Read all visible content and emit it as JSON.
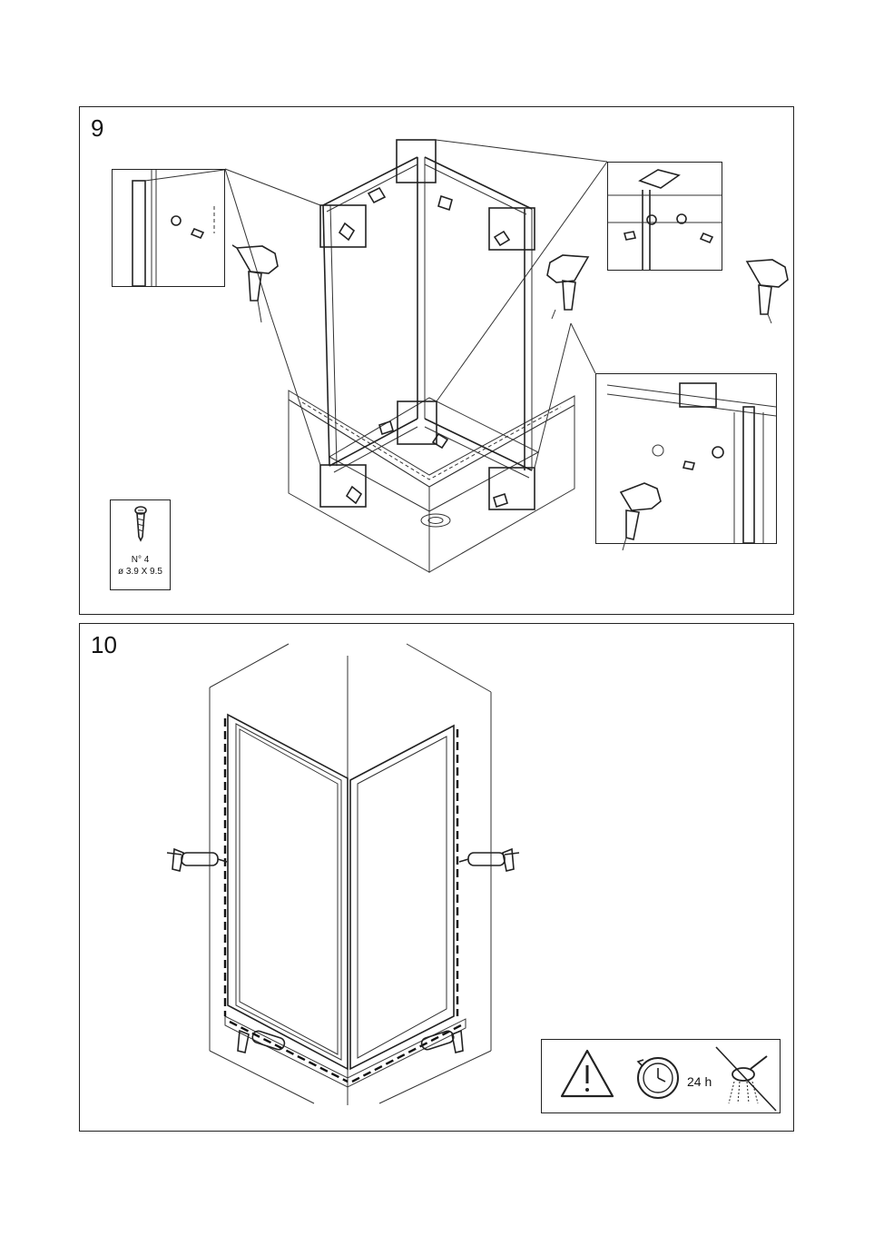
{
  "steps": [
    {
      "number": "9",
      "screw_spec": {
        "count_label": "N° 4",
        "size_label": "ø 3.9 X 9.5"
      }
    },
    {
      "number": "10",
      "cure_time": "24 h"
    }
  ],
  "icons": {
    "drill": "drill-icon",
    "screw": "screw-icon",
    "caulk_gun": "caulk-gun-icon",
    "warning": "warning-triangle-icon",
    "timer": "clock-timer-icon",
    "no_shower": "no-shower-icon"
  }
}
